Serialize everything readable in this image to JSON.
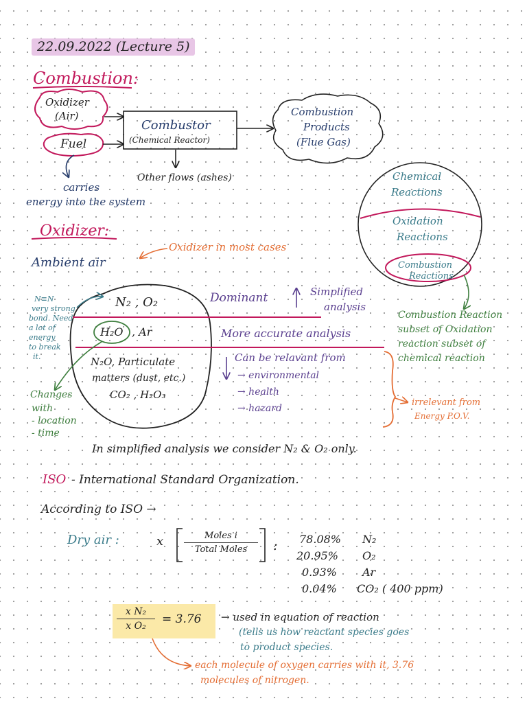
{
  "date_header": "22.09.2022 (Lecture 5)",
  "combustion": {
    "heading": "Combustion:",
    "oxidizer_bubble": [
      "Oxidizer",
      "(Air)"
    ],
    "fuel_bubble": "Fuel",
    "combustor_title": "Combustor",
    "combustor_sub": "(Chemical Reactor)",
    "products_cloud": [
      "Combustion",
      "Products",
      "(Flue Gas)"
    ],
    "other_flows": "Other flows (ashes)",
    "fuel_note": [
      "carries",
      "energy into the system"
    ]
  },
  "venn": {
    "outer": [
      "Chemical",
      "Reactions"
    ],
    "middle": [
      "Oxidation",
      "Reactions"
    ],
    "inner": [
      "Combustion",
      "Reactions"
    ],
    "caption": [
      "Combustion Reaction",
      "subset of Oxidation",
      "reaction subset of",
      "chemical reaction"
    ]
  },
  "oxidizer": {
    "heading": "Oxidizer:",
    "ambient_air": "Ambient air",
    "ambient_note": "Oxidizer in most cases",
    "nn_note": [
      "N≡N",
      "very strong",
      "bond. Need",
      "a lot of",
      "energy",
      "to break",
      "it."
    ],
    "blob_row1": "N₂ , O₂",
    "blob_row2_h2o": "H₂O",
    "blob_row2_rest": ", Ar",
    "blob_row3": [
      "N₂O, Particulate",
      "matters (dust, etc.)",
      "CO₂ , H₂O₃"
    ],
    "changes_note": [
      "Changes",
      "with",
      "- location",
      "- time"
    ],
    "dominant": "Dominant",
    "simplified_analysis": [
      "Simplified",
      "analysis"
    ],
    "more_accurate": "More accurate analysis",
    "relevant_header": "Can be relavant from",
    "relevant_items": [
      "→ environmental",
      "→ health",
      "→ hazard"
    ],
    "irrelevant_note": [
      "irrelevant from",
      "Energy P.O.V."
    ]
  },
  "simplified_line": "In simplified analysis we consider N₂ & O₂ only.",
  "iso_abbr": "ISO",
  "iso_full": "- International Standard Organization.",
  "according": "According to ISO →",
  "dry_air": {
    "label": "Dry air :",
    "x": "x",
    "frac_num": "Moles i",
    "frac_den": "Total Moles",
    "colon": ":",
    "rows": [
      {
        "pct": "78.08%",
        "species": "N₂"
      },
      {
        "pct": "20.95%",
        "species": "O₂"
      },
      {
        "pct": "0.93%",
        "species": "Ar"
      },
      {
        "pct": "0.04%",
        "species": "CO₂ ( 400 ppm)"
      }
    ]
  },
  "ratio": {
    "num": "x N₂",
    "den": "x O₂",
    "value": "= 3.76",
    "used": "→ used in equation of reaction",
    "tells": [
      "(tells us how reactant species goes",
      "to product species."
    ],
    "note": [
      "each molecule of oxygen carries with it, 3.76",
      "molecules of nitrogen."
    ]
  },
  "colors": {
    "magenta": "#c2185b",
    "navy": "#263c6b",
    "teal": "#3a7b8a",
    "orange": "#e46d33",
    "purple": "#5a3f8f",
    "green": "#3f7f3f",
    "ink": "#222222"
  }
}
